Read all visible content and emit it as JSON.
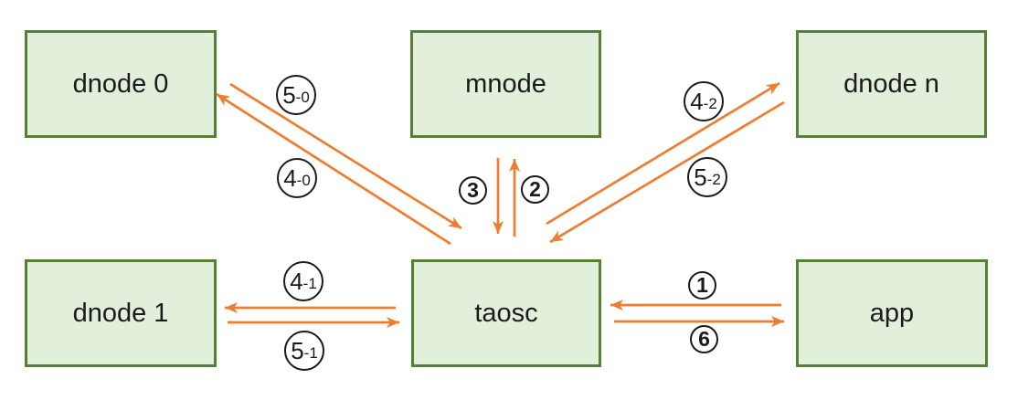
{
  "colors": {
    "arrow": "#ED7D31",
    "node_fill": "#E2EFDA",
    "node_border": "#538135",
    "circle_border": "#1A1A1A",
    "text": "#1B1B1B",
    "bg": "#FFFFFF"
  },
  "nodes": {
    "dnode0": {
      "label": "dnode 0"
    },
    "mnode": {
      "label": "mnode"
    },
    "dnoden": {
      "label": "dnode n"
    },
    "dnode1": {
      "label": "dnode 1"
    },
    "taosc": {
      "label": "taosc"
    },
    "app": {
      "label": "app"
    }
  },
  "labels": {
    "l1": {
      "main": "1"
    },
    "l2": {
      "main": "2"
    },
    "l3": {
      "main": "3"
    },
    "l6": {
      "main": "6"
    },
    "l40": {
      "main": "4",
      "sub": "-0"
    },
    "l50": {
      "main": "5",
      "sub": "-0"
    },
    "l41": {
      "main": "4",
      "sub": "-1"
    },
    "l51": {
      "main": "5",
      "sub": "-1"
    },
    "l42": {
      "main": "4",
      "sub": "-2"
    },
    "l52": {
      "main": "5",
      "sub": "-2"
    }
  },
  "edges": [
    {
      "id": "1",
      "from": "app",
      "to": "taosc",
      "label": "1"
    },
    {
      "id": "2",
      "from": "taosc",
      "to": "mnode",
      "label": "2"
    },
    {
      "id": "3",
      "from": "mnode",
      "to": "taosc",
      "label": "3"
    },
    {
      "id": "4-0",
      "from": "taosc",
      "to": "dnode 0",
      "label": "4-0"
    },
    {
      "id": "5-0",
      "from": "dnode 0",
      "to": "taosc",
      "label": "5-0"
    },
    {
      "id": "4-1",
      "from": "taosc",
      "to": "dnode 1",
      "label": "4-1"
    },
    {
      "id": "5-1",
      "from": "dnode 1",
      "to": "taosc",
      "label": "5-1"
    },
    {
      "id": "4-2",
      "from": "taosc",
      "to": "dnode n",
      "label": "4-2"
    },
    {
      "id": "5-2",
      "from": "dnode n",
      "to": "taosc",
      "label": "5-2"
    },
    {
      "id": "6",
      "from": "taosc",
      "to": "app",
      "label": "6"
    }
  ]
}
